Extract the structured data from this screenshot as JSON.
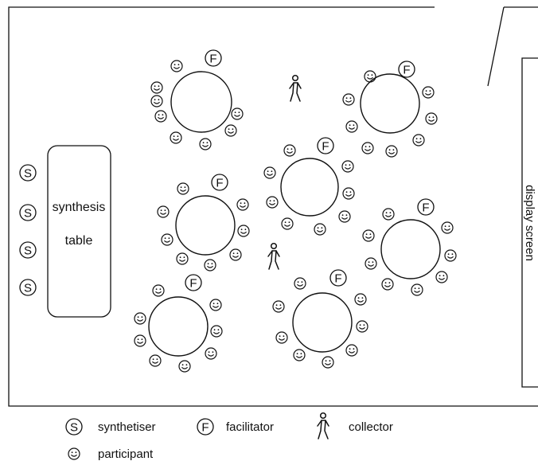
{
  "synthesis_table": {
    "line1": "synthesis",
    "line2": "table"
  },
  "display_screen": {
    "label": "display screen"
  },
  "symbols": {
    "synthesiser": "S",
    "facilitator": "F"
  },
  "legend": {
    "synthesiser": "synthetiser",
    "facilitator": "facilitator",
    "collector": "collector",
    "participant": "participant"
  },
  "tables": [
    {
      "participants": 8,
      "facilitators": 1
    },
    {
      "participants": 8,
      "facilitators": 1
    },
    {
      "participants": 8,
      "facilitators": 1
    },
    {
      "participants": 8,
      "facilitators": 1
    },
    {
      "participants": 8,
      "facilitators": 1
    },
    {
      "participants": 8,
      "facilitators": 1
    },
    {
      "participants": 8,
      "facilitators": 1
    }
  ],
  "synthesiser_count": 4,
  "collector_count": 2,
  "colors": {
    "line": "#111111",
    "background": "#ffffff"
  },
  "icons": {
    "participant": "smiley-face-icon",
    "facilitator": "circled-f-icon",
    "synthesiser": "circled-s-icon",
    "collector": "walking-person-icon"
  }
}
